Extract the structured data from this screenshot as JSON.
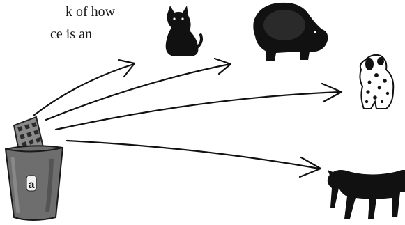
{
  "caption": {
    "line1": "k of how",
    "line2": "ce is an"
  },
  "illustration": {
    "remote_label": "a",
    "animals": [
      "cat-icon",
      "hippo-icon",
      "dalmatian-dog-icon",
      "black-dog-icon"
    ],
    "ink_color": "#111111",
    "cup_color": "#6e6e6e"
  }
}
